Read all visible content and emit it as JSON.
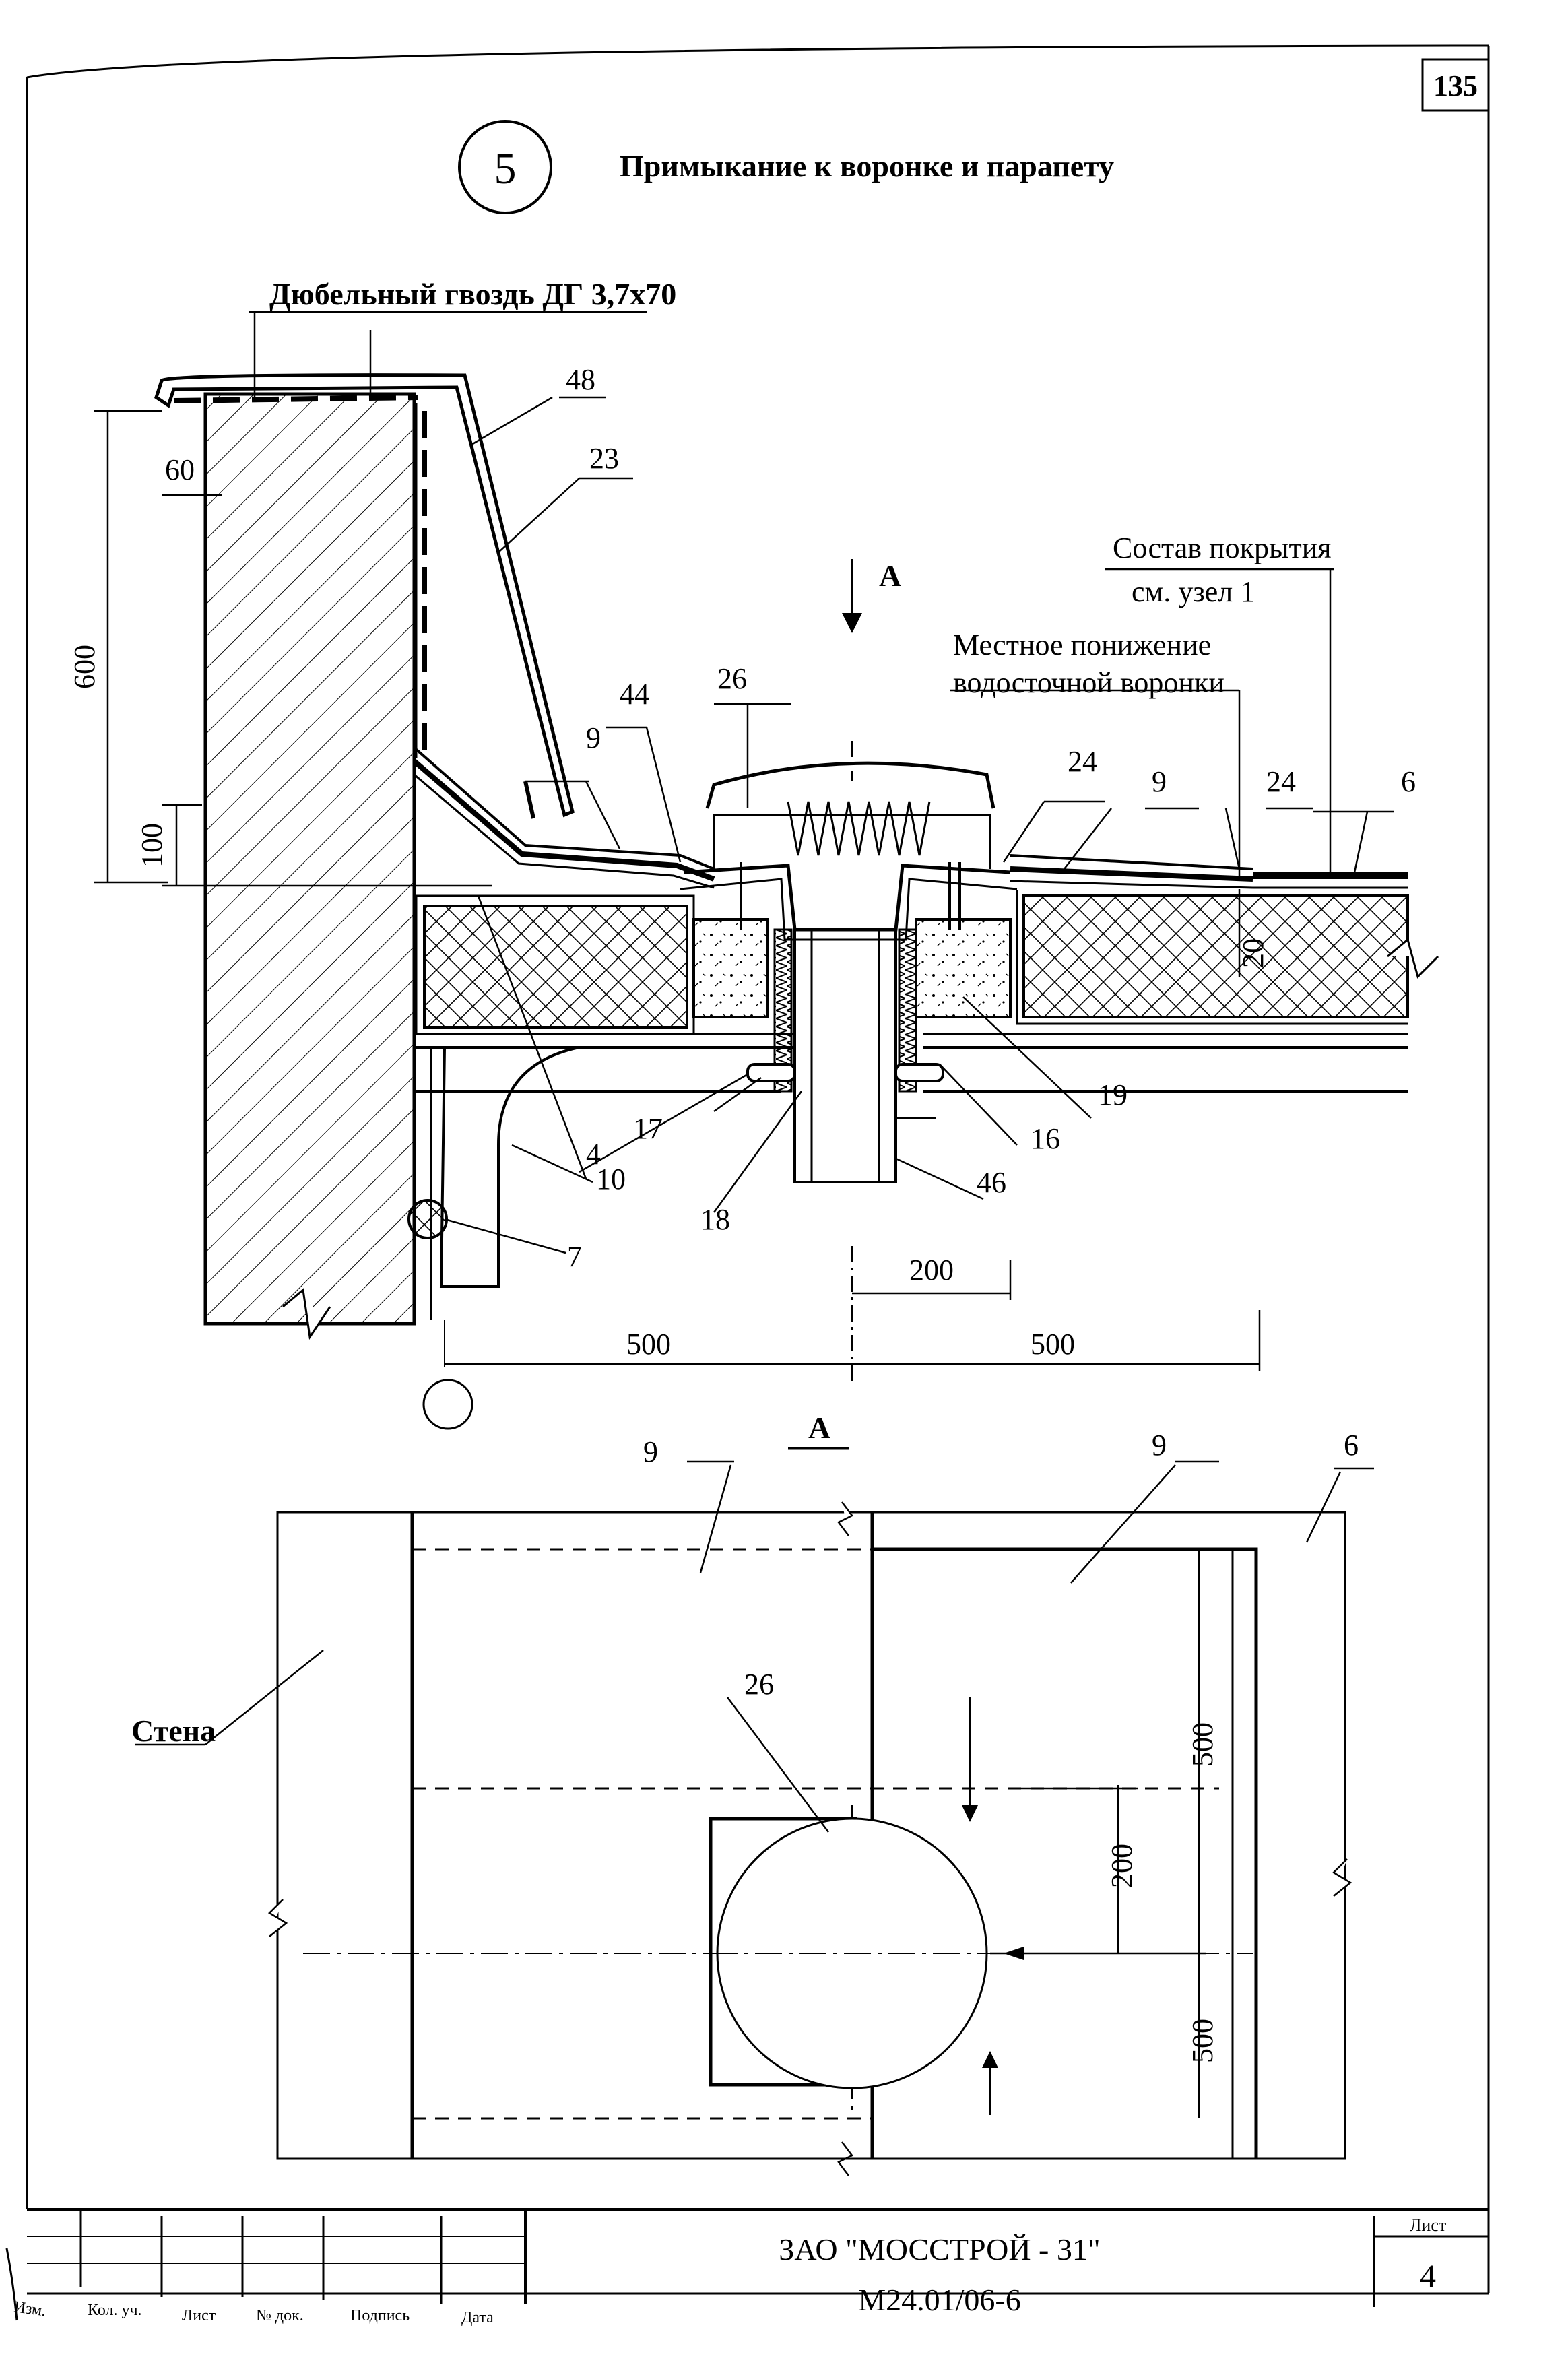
{
  "sheet_number": "135",
  "detail": {
    "node_number": "5",
    "title": "Примыкание к воронке и парапету"
  },
  "section": {
    "callouts": {
      "nail": "Дюбельный гвоздь ДГ 3,7х70",
      "roof_comp_line1": "Состав покрытия",
      "roof_comp_line2": "см. узел 1",
      "local_line1": "Местное понижение",
      "local_line2": "водосточной воронки"
    },
    "view_marker": "А",
    "refs": {
      "r48": "48",
      "r23": "23",
      "r44": "44",
      "r26": "26",
      "r9a": "9",
      "r9b": "9",
      "r24a": "24",
      "r24b": "24",
      "r6": "6",
      "r17": "17",
      "r10": "10",
      "r4": "4",
      "r18": "18",
      "r7": "7",
      "r19": "19",
      "r16": "16",
      "r46": "46"
    },
    "dims": {
      "d600": "600",
      "d60": "60",
      "d100": "100",
      "d20": "20",
      "d200": "200",
      "d500l": "500",
      "d500r": "500"
    }
  },
  "plan": {
    "title": "А",
    "wall_label": "Стена",
    "refs": {
      "r9a": "9",
      "r9b": "9",
      "r6": "6",
      "r26": "26"
    },
    "dims": {
      "d500t": "500",
      "d200": "200",
      "d500b": "500"
    }
  },
  "title_block": {
    "col_izm": "Изм.",
    "col_kol": "Кол. уч.",
    "col_list": "Лист",
    "col_doc": "№ док.",
    "col_sign": "Подпись",
    "col_date": "Дата",
    "company": "ЗАО \"МОССТРОЙ - 31\"",
    "code": "М24.01/06-6",
    "sheet_label": "Лист",
    "sheet_value": "4"
  }
}
